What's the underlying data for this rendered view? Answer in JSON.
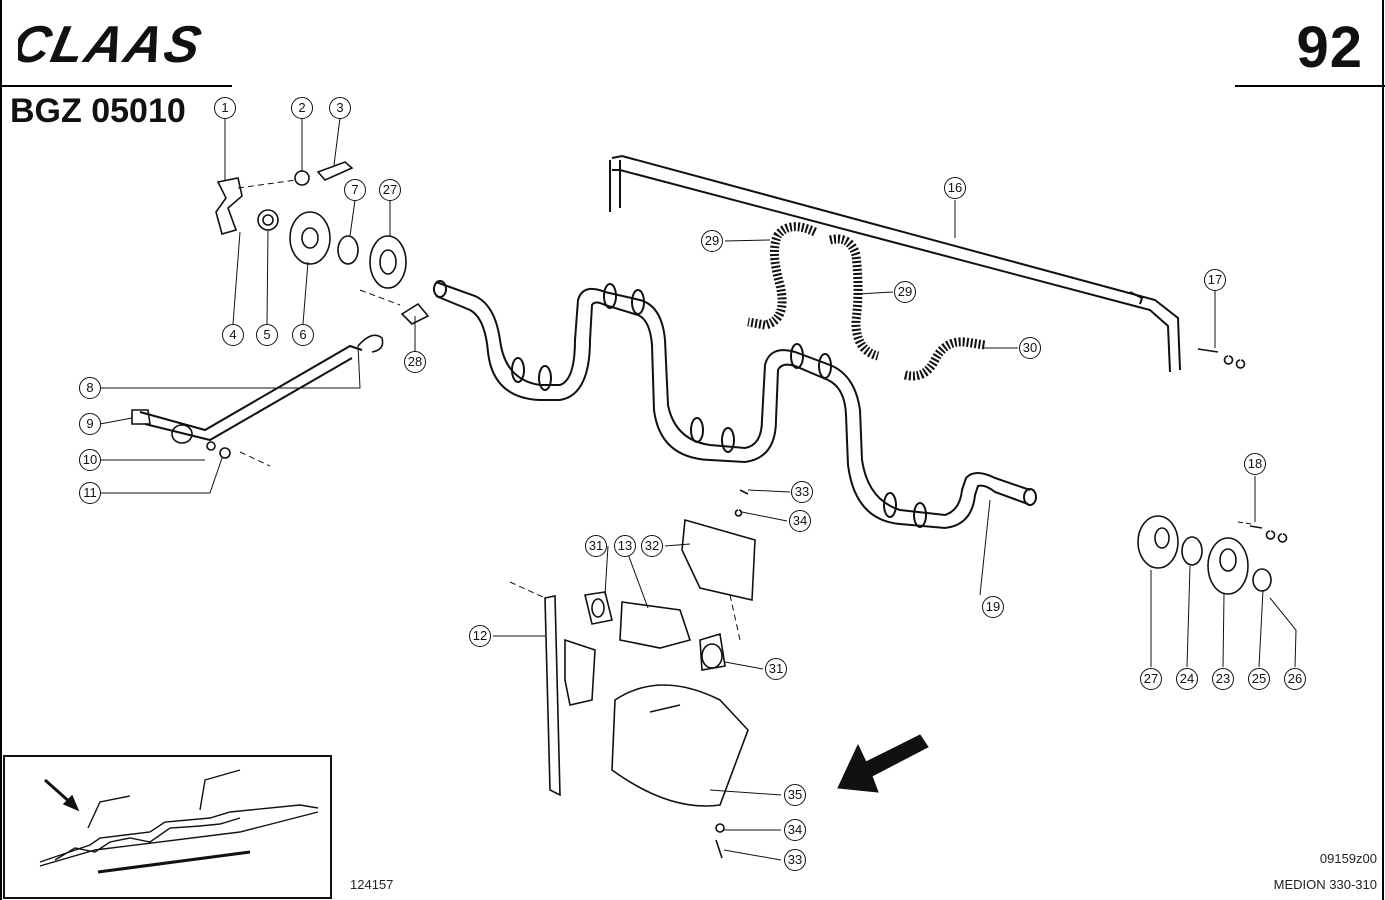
{
  "header": {
    "brand": "CLAAS",
    "page_number": "92",
    "document_code": "BGZ 05010"
  },
  "footer": {
    "drawing_number": "124157",
    "image_code": "09159z00",
    "model": "MEDION 330-310"
  },
  "callouts": [
    "1",
    "2",
    "3",
    "4",
    "5",
    "6",
    "7",
    "27",
    "28",
    "8",
    "9",
    "10",
    "11",
    "16",
    "29",
    "29",
    "30",
    "17",
    "18",
    "33",
    "34",
    "32",
    "13",
    "31",
    "12",
    "31",
    "19",
    "27",
    "24",
    "23",
    "25",
    "26",
    "35",
    "34",
    "33"
  ]
}
